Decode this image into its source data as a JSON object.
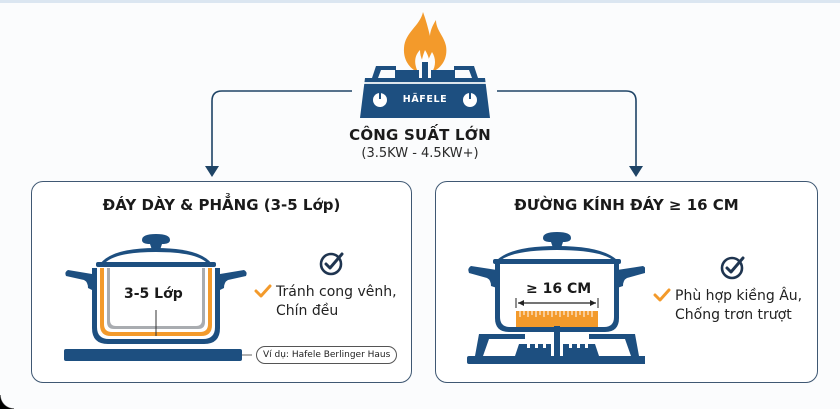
{
  "hero": {
    "brand": "HÄFELE",
    "title": "CÔNG SUẤT LỚN",
    "subtitle": "(3.5KW - 4.5KW+)",
    "icons": [
      "flame-icon",
      "gas-stove-icon"
    ]
  },
  "cards": [
    {
      "title": "ĐÁY DÀY & PHẲNG (3-5 Lớp)",
      "illustration_label": "3-5 Lớp",
      "benefit_lines": [
        "Tránh cong vênh,",
        "Chín đều"
      ],
      "example": "Ví dụ: Hafele Berlinger Haus",
      "icons": [
        "multi-layer-pot-icon",
        "check-circle-icon",
        "checkmark-icon"
      ]
    },
    {
      "title": "ĐƯỜNG KÍNH ĐÁY ≥ 16 CM",
      "illustration_label": "≥ 16 CM",
      "benefit_lines": [
        "Phù hợp kiềng Âu,",
        "Chống trơn trượt"
      ],
      "icons": [
        "pot-on-burner-icon",
        "ruler-icon",
        "check-circle-icon",
        "checkmark-icon"
      ]
    }
  ],
  "colors": {
    "navy": "#1d4f80",
    "orange": "#f39a2b",
    "gray_layer": "#a9acb0",
    "border": "#3f5873"
  }
}
